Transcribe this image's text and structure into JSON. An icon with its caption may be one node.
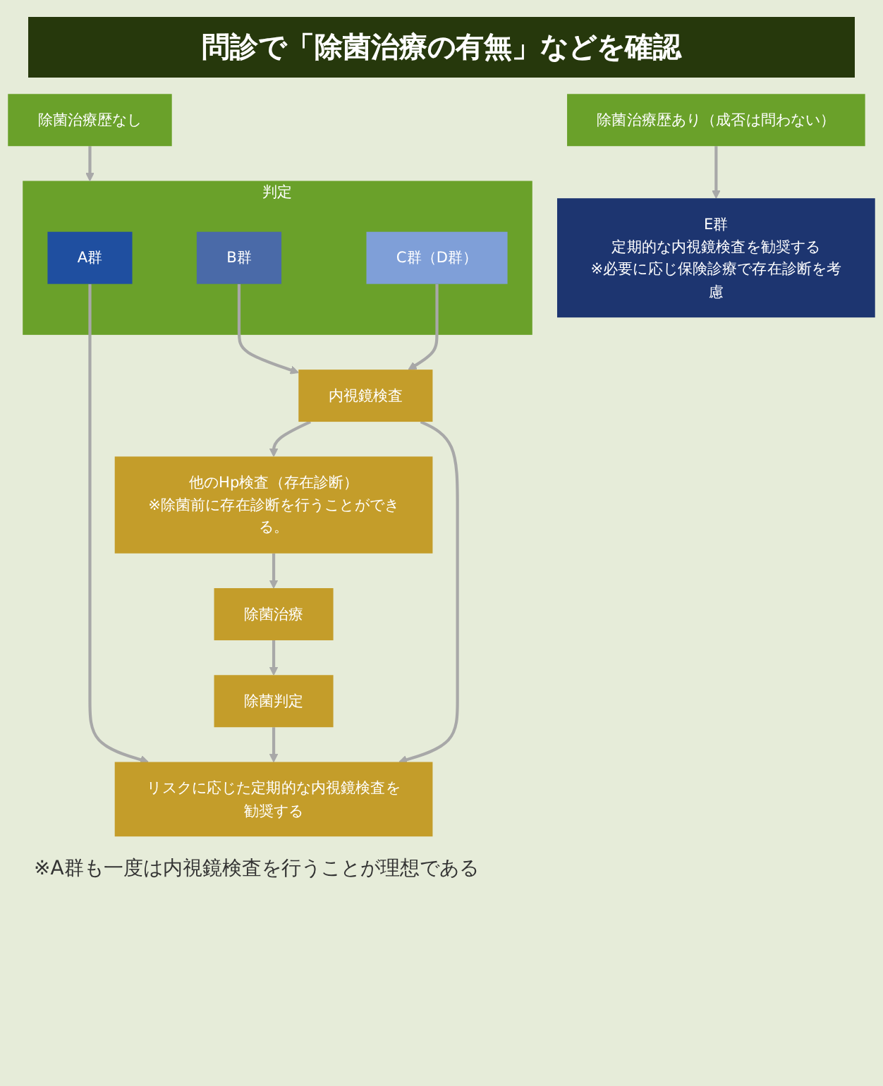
{
  "diagram": {
    "title": "問診で「除菌治療の有無」などを確認",
    "nodes": [
      {
        "text": [
          "除菌治療歴なし"
        ]
      },
      {
        "text": [
          "判定"
        ]
      },
      {
        "text": [
          "A群"
        ],
        "in": 1
      },
      {
        "text": [
          "B群"
        ],
        "in": 1
      },
      {
        "text": [
          "C群（D群）"
        ],
        "in": 1
      },
      {
        "text": [
          "内視鏡検査"
        ]
      },
      {
        "text": [
          "他のHp検査（存在診断）",
          "※除菌前に存在診断を行うことができる。"
        ]
      },
      {
        "text": [
          "除菌治療"
        ]
      },
      {
        "text": [
          "除菌判定"
        ]
      },
      {
        "text": [
          "リスクに応じた定期的な内視鏡検査を勧奨する"
        ]
      },
      {
        "text": [
          "除菌治療歴あり（成否は問わない）"
        ]
      },
      {
        "text": [
          "E群",
          "定期的な内視鏡検査を勧奨する",
          "※必要に応じ保険診療で存在診断を考慮"
        ]
      }
    ],
    "edges": [
      {
        "from": 0,
        "to": 1,
        "arrow": "to"
      },
      {
        "from": 2,
        "to": 9,
        "arrow": "to"
      },
      {
        "from": 3,
        "to": 5,
        "arrow": "to"
      },
      {
        "from": 4,
        "to": 5,
        "arrow": "to"
      },
      {
        "from": 5,
        "to": 6,
        "arrow": "to"
      },
      {
        "from": 6,
        "to": 7,
        "arrow": "to"
      },
      {
        "from": 7,
        "to": 8,
        "arrow": "to"
      },
      {
        "from": 8,
        "to": 9,
        "arrow": "to"
      },
      {
        "from": 5,
        "to": 9,
        "arrow": "to"
      },
      {
        "from": 10,
        "to": 11,
        "arrow": "to"
      }
    ],
    "labels": [
      "※A群も一度は内視鏡検査を行うことが理想である"
    ]
  }
}
